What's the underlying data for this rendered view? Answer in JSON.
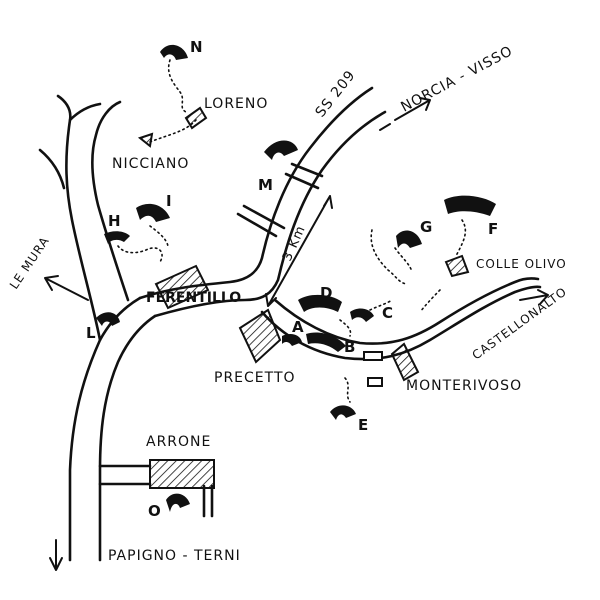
{
  "places": {
    "loreno": "LORENO",
    "nicciano": "NICCIANO",
    "ferentillo": "FERENTILLO",
    "precetto": "PRECETTO",
    "monterivoso": "MONTERIVOSO",
    "colle_olivo": "COLLE OLIVO",
    "arrone": "ARRONE"
  },
  "roads": {
    "ss209": "SS 209",
    "norcia_visso": "NORCIA - VISSO",
    "le_mura": "LE MURA",
    "castellonalto": "CASTELLONALTO",
    "papigno_terni": "PAPIGNO - TERNI",
    "distance": "3 Km"
  },
  "sectors": {
    "n": "N",
    "m": "M",
    "h": "H",
    "i": "I",
    "g": "G",
    "f": "F",
    "d": "D",
    "c": "C",
    "a": "A",
    "b": "B",
    "l": "L",
    "e": "E",
    "o": "O"
  }
}
